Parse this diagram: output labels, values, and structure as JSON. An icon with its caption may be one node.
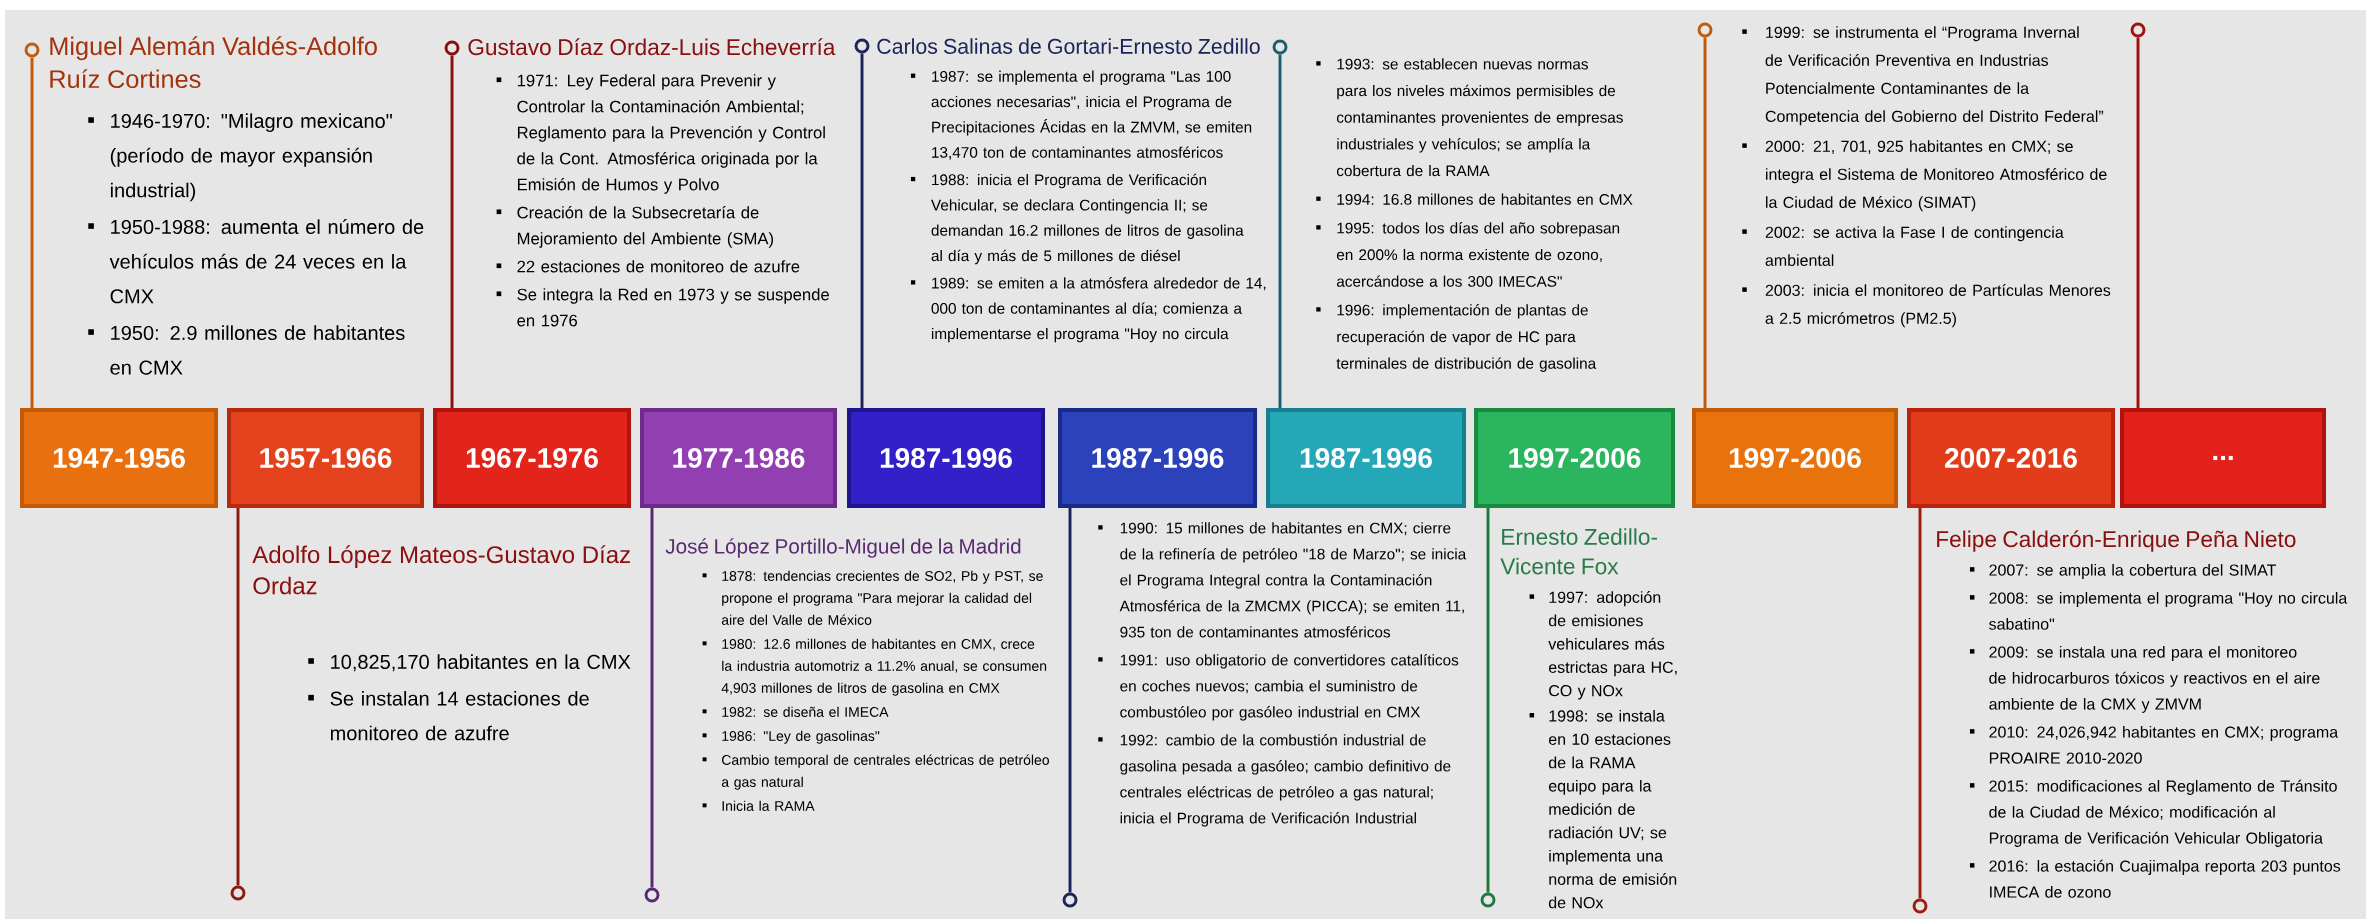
{
  "diagram": {
    "nodes": [
      {
        "text": [
          "1947-1956"
        ]
      },
      {
        "text": [
          "1957-1966"
        ]
      },
      {
        "text": [
          "1967-1976"
        ]
      },
      {
        "text": [
          "1977-1986"
        ]
      },
      {
        "text": [
          "1987-1996"
        ]
      },
      {
        "text": [
          "1987-1996"
        ]
      },
      {
        "text": [
          "1987-1996"
        ]
      },
      {
        "text": [
          "1997-2006"
        ]
      },
      {
        "text": [
          "1997-2006"
        ]
      },
      {
        "text": [
          "2007-2016"
        ]
      },
      {
        "text": [
          "..."
        ]
      },
      {
        "text": [],
        "shape": "circle"
      },
      {
        "text": [],
        "shape": "circle"
      },
      {
        "text": [],
        "shape": "circle"
      },
      {
        "text": [],
        "shape": "circle"
      },
      {
        "text": [],
        "shape": "circle"
      },
      {
        "text": [],
        "shape": "circle"
      },
      {
        "text": [],
        "shape": "circle"
      },
      {
        "text": [],
        "shape": "circle"
      },
      {
        "text": [],
        "shape": "circle"
      },
      {
        "text": [],
        "shape": "circle"
      },
      {
        "text": [],
        "shape": "circle"
      },
      {
        "text": [
          "Miguel Alemán Valdés-Adolfo Ruíz Cortines",
          "1946-1970: \"Milagro mexicano\" (período de mayor expansión industrial)",
          "1950-1988: aumenta el número de vehículos más de 24 veces en la CMX",
          "1950: 2.9 millones de habitantes en CMX"
        ]
      },
      {
        "text": [
          "Gustavo Díaz Ordaz-Luis Echeverría",
          "1971: Ley Federal para Prevenir y Controlar la Contaminación Ambiental; Reglamento para la Prevención y Control de la Cont. Atmosférica originada por la Emisión de Humos y Polvo",
          "Creación de la Subsecretaría de Mejoramiento del Ambiente (SMA)",
          "22 estaciones de monitoreo de azufre",
          "Se integra la Red en 1973 y se suspende en 1976"
        ]
      },
      {
        "text": [
          "Carlos Salinas de Gortari-Ernesto Zedillo",
          "1987: se implementa el programa \"Las 100 acciones necesarias\", inicia el Programa de Precipitaciones Ácidas en la ZMVM, se emiten 13,470 ton de contaminantes atmosféricos",
          "1988: inicia el Programa de Verificación Vehicular, se declara Contingencia II; se demandan 16.2 millones de litros de gasolina al día y más de 5 millones de diésel",
          "1989: se emiten a la atmósfera alrededor de 14, 000 ton de contaminantes al día; comienza a implementarse el programa \"Hoy no circula"
        ]
      },
      {
        "text": [
          "1993: se establecen nuevas normas para los niveles máximos permisibles de contaminantes provenientes de empresas industriales y vehículos; se amplía la cobertura de la RAMA",
          "1994: 16.8 millones de habitantes en CMX",
          "1995: todos los días del año sobrepasan en 200% la norma existente de ozono, acercándose a los 300 IMECAS\"",
          "1996: implementación de plantas de recuperación de vapor de HC para terminales de distribución de gasolina"
        ]
      },
      {
        "text": [
          "1999: se instrumenta el “Programa Invernal de Verificación Preventiva en Industrias Potencialmente Contaminantes de la Competencia del Gobierno del Distrito Federal”",
          "2000: 21, 701, 925 habitantes en CMX; se integra el Sistema de Monitoreo Atmosférico de la Ciudad de México (SIMAT)",
          "2002: se activa la Fase I de contingencia ambiental",
          "2003: inicia el monitoreo de Partículas Menores a 2.5 micrómetros (PM2.5)"
        ]
      },
      {
        "text": [
          "Adolfo López Mateos-Gustavo Díaz Ordaz",
          "10,825,170 habitantes en la CMX",
          "Se instalan 14 estaciones de monitoreo de azufre"
        ]
      },
      {
        "text": [
          "José López Portillo-Miguel de la Madrid",
          "1878: tendencias crecientes de SO2, Pb y PST, se propone el programa \"Para mejorar la calidad del aire del Valle de México",
          "1980: 12.6 millones de habitantes en CMX, crece la industria automotriz a 11.2% anual, se consumen 4,903 millones de litros de gasolina en CMX",
          "1982: se diseña el IMECA",
          "1986: \"Ley de gasolinas\"",
          "Cambio temporal de centrales eléctricas de petróleo a gas natural",
          "Inicia la RAMA"
        ]
      },
      {
        "text": [
          "1990: 15 millones de habitantes en CMX; cierre de la refinería de petróleo \"18 de Marzo\"; se inicia el Programa Integral contra la Contaminación Atmosférica de la ZMCMX (PICCA); se emiten 11, 935 ton de contaminantes atmosféricos",
          "1991: uso obligatorio de convertidores catalíticos en coches nuevos; cambia el suministro de combustóleo por gasóleo industrial en CMX",
          "1992: cambio de la combustión industrial de gasolina pesada a gasóleo; cambio definitivo de centrales eléctricas de petróleo a gas natural; inicia el Programa de Verificación Industrial"
        ]
      },
      {
        "text": [
          "Ernesto Zedillo-Vicente Fox",
          "1997: adopción de emisiones vehiculares más estrictas para HC, CO y NOx",
          "1998: se instala en 10 estaciones de la RAMA equipo para la medición de radiación UV; se implementa una norma de emisión de NOx"
        ]
      },
      {
        "text": [
          "Felipe Calderón-Enrique Peña Nieto",
          "2007: se amplia la cobertura del SIMAT",
          "2008: se implementa el programa \"Hoy no circula sabatino\"",
          "2009: se instala una red para el monitoreo de hidrocarburos tóxicos y reactivos en el aire ambiente de la CMX y ZMVM",
          "2010: 24,026,942 habitantes en CMX; programa PROAIRE 2010-2020",
          "2015: modificaciones al Reglamento de Tránsito de la Ciudad de México; modificación al Programa de Verificación Vehicular Obligatoria",
          "2016: la estación Cuajimalpa reporta 203 puntos IMECA de ozono"
        ]
      }
    ],
    "edges": [
      {
        "from": 0,
        "to": 11,
        "arrow": "none",
        "color": "#c25a0c"
      },
      {
        "from": 1,
        "to": 12,
        "arrow": "none",
        "color": "#8c1a10"
      },
      {
        "from": 2,
        "to": 13,
        "arrow": "none",
        "color": "#8a1010"
      },
      {
        "from": 3,
        "to": 14,
        "arrow": "none",
        "color": "#5a2a70"
      },
      {
        "from": 4,
        "to": 15,
        "arrow": "none",
        "color": "#1c2458"
      },
      {
        "from": 5,
        "to": 16,
        "arrow": "none",
        "color": "#1c2458"
      },
      {
        "from": 6,
        "to": 17,
        "arrow": "none",
        "color": "#1a5f6e"
      },
      {
        "from": 7,
        "to": 18,
        "arrow": "none",
        "color": "#1c7a3c"
      },
      {
        "from": 8,
        "to": 19,
        "arrow": "none",
        "color": "#c25a0c"
      },
      {
        "from": 9,
        "to": 20,
        "arrow": "none",
        "color": "#a01c10"
      },
      {
        "from": 10,
        "to": 21,
        "arrow": "none",
        "color": "#a01010"
      }
    ]
  }
}
